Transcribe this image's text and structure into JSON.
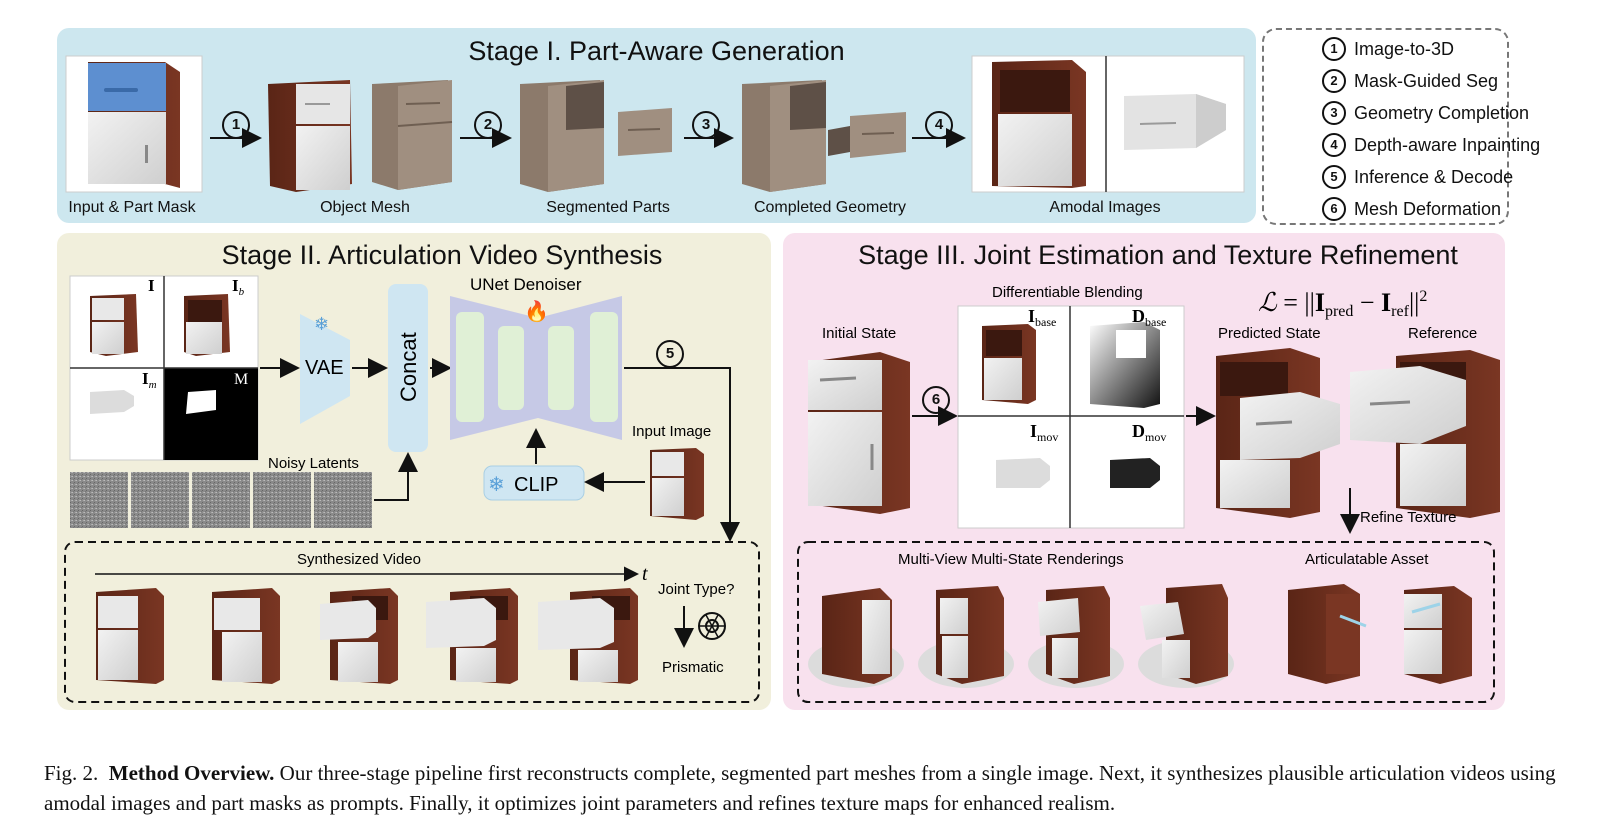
{
  "stage1": {
    "title": "Stage I. Part-Aware Generation",
    "labels": [
      "Input & Part Mask",
      "Object Mesh",
      "Segmented Parts",
      "Completed Geometry",
      "Amodal Images"
    ],
    "steps": [
      "1",
      "2",
      "3",
      "4"
    ]
  },
  "legend": [
    {
      "num": "1",
      "text": "Image-to-3D"
    },
    {
      "num": "2",
      "text": "Mask-Guided Seg"
    },
    {
      "num": "3",
      "text": "Geometry Completion"
    },
    {
      "num": "4",
      "text": "Depth-aware Inpainting"
    },
    {
      "num": "5",
      "text": "Inference & Decode"
    },
    {
      "num": "6",
      "text": "Mesh Deformation"
    }
  ],
  "stage2": {
    "title": "Stage II. Articulation Video Synthesis",
    "grid_labels": [
      "I",
      "I_b",
      "I_m",
      "M"
    ],
    "vae": "VAE",
    "concat": "Concat",
    "unet": "UNet Denoiser",
    "noisy": "Noisy Latents",
    "clip": "CLIP",
    "input_image": "Input Image",
    "step": "5",
    "synth_video": "Synthesized Video",
    "time": "t",
    "joint_type": "Joint Type?",
    "prismatic": "Prismatic"
  },
  "stage3": {
    "title": "Stage III. Joint Estimation and Texture Refinement",
    "initial": "Initial State",
    "blending": "Differentiable Blending",
    "grid_labels": [
      "I_base",
      "D_base",
      "I_mov",
      "D_mov"
    ],
    "step": "6",
    "loss": "L = ||I_pred − I_ref||²",
    "predicted": "Predicted State",
    "reference": "Reference",
    "refine": "Refine Texture",
    "multiview": "Multi-View Multi-State Renderings",
    "asset": "Articulatable Asset"
  },
  "caption": {
    "prefix": "Fig. 2.",
    "bold": "Method Overview.",
    "text": "Our three-stage pipeline first reconstructs complete, segmented part meshes from a single image. Next, it synthesizes plausible articulation videos using amodal images and part masks as prompts. Finally, it optimizes joint parameters and refines texture maps for enhanced realism."
  },
  "colors": {
    "stage1_bg": "#cde7ef",
    "stage2_bg": "#f1efdc",
    "stage3_bg": "#f8e1ee",
    "wood": "#6b2e1f",
    "white_panel": "#e9e9e9",
    "mesh_brown": "#8c7a6b",
    "vae_blue": "#cfe6f2",
    "unet_purple": "#c6c9e6",
    "unet_green": "#e0f0d6",
    "mask_blue": "#5d8fd0"
  }
}
